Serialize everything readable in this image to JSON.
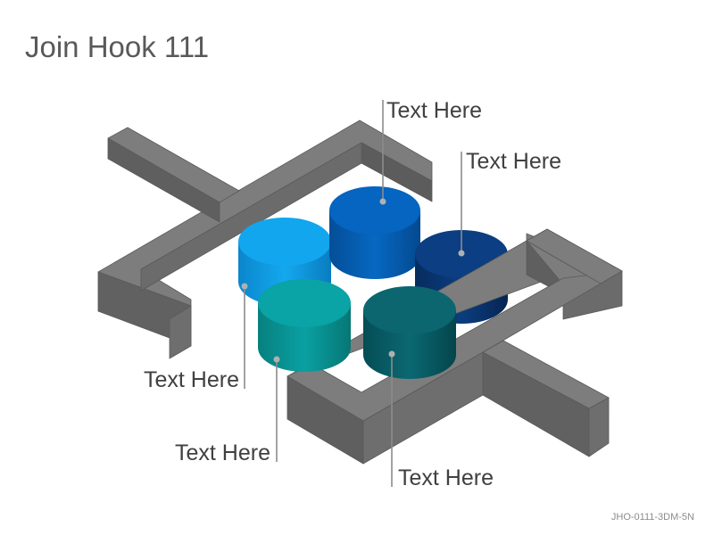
{
  "title": "Join Hook 111",
  "code": "JHO-0111-3DM-5N",
  "labels": {
    "top_center": "Text Here",
    "top_right": "Text Here",
    "left": "Text Here",
    "bottom_left": "Text Here",
    "bottom_right": "Text Here"
  },
  "colors": {
    "frame_top": "#7d7d7d",
    "frame_side_light": "#6a6a6a",
    "frame_side_dark": "#595959",
    "cyl_light_blue": "#12a6ee",
    "cyl_blue": "#0565c0",
    "cyl_navy": "#0b3e82",
    "cyl_teal": "#0aa3a6",
    "cyl_dark_teal": "#0b6670",
    "leader": "#8c8c8c",
    "text": "#404040"
  }
}
